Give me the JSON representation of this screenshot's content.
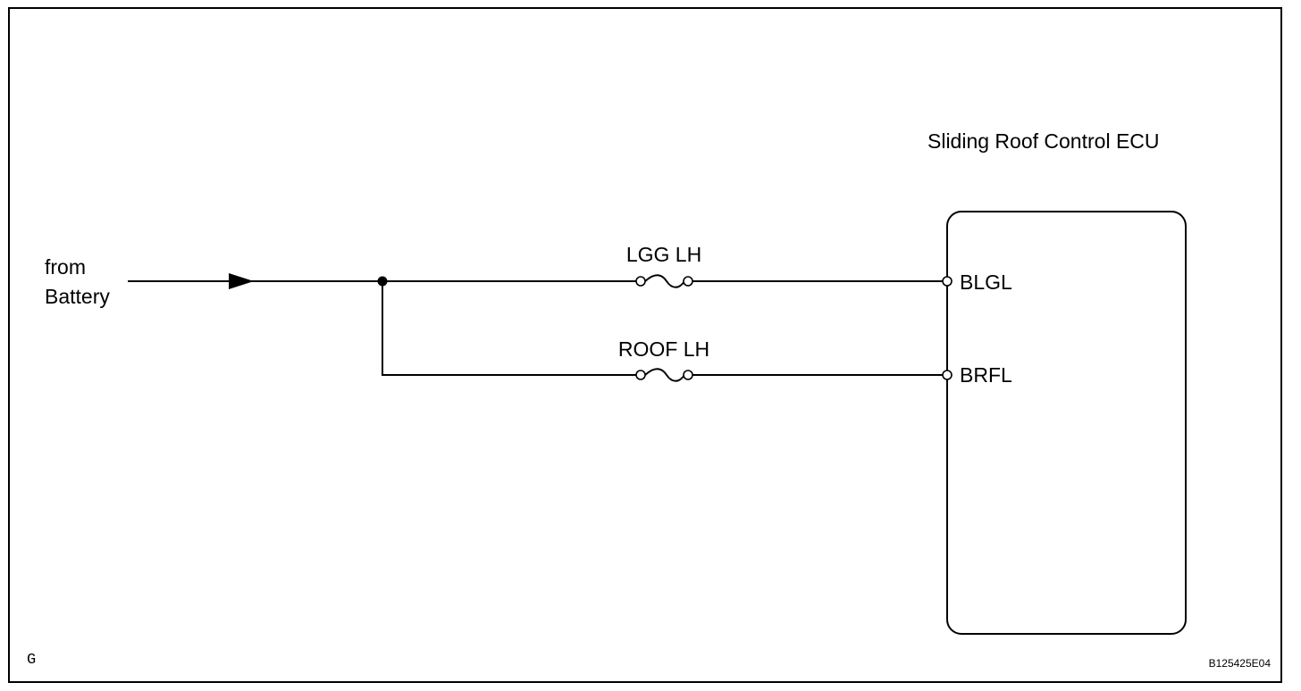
{
  "source": {
    "line1": "from",
    "line2": "Battery"
  },
  "fuses": [
    {
      "label": "LGG LH"
    },
    {
      "label": "ROOF LH"
    }
  ],
  "ecu": {
    "title": "Sliding Roof Control ECU",
    "terminals": [
      "BLGL",
      "BRFL"
    ]
  },
  "corner_mark": "G",
  "figure_ref": "B125425E04"
}
